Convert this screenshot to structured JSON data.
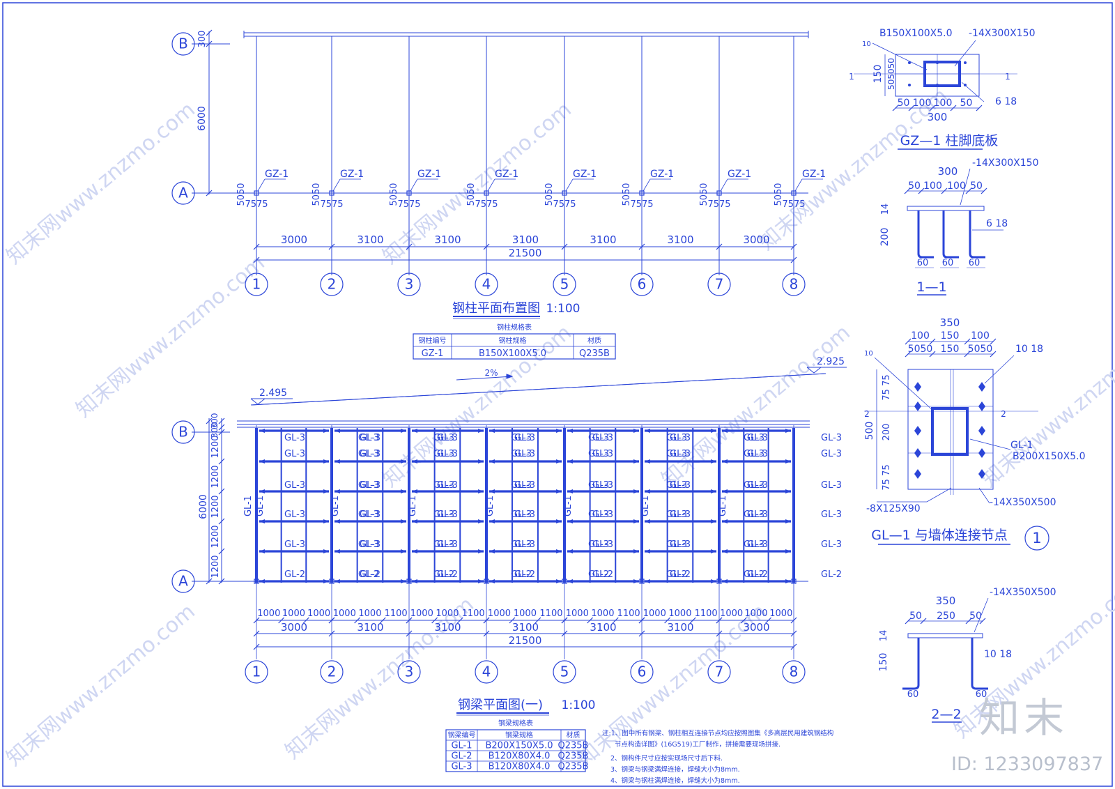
{
  "colors": {
    "line": "#2b45d8",
    "heavy": "#2b45d8",
    "paper": "#ffffff",
    "watermark": "#c9d1f0",
    "id_text": "#b8bfcc"
  },
  "axes": {
    "columns": [
      "1",
      "2",
      "3",
      "4",
      "5",
      "6",
      "7",
      "8"
    ],
    "rows": [
      "A",
      "B"
    ]
  },
  "plan1": {
    "title": "钢柱平面布置图",
    "scale": "1:100",
    "row_dims": [
      "300",
      "6000"
    ],
    "column_tag": "GZ-1",
    "bolt_dim_v": "5050",
    "bolt_dim_h": "7575",
    "spans": [
      "3000",
      "3100",
      "3100",
      "3100",
      "3100",
      "3100",
      "3000"
    ],
    "total": "21500",
    "table": {
      "caption": "钢柱规格表",
      "headers": [
        "钢柱编号",
        "钢柱规格",
        "材质"
      ],
      "rows": [
        [
          "GZ-1",
          "B150X100X5.0",
          "Q235B"
        ]
      ]
    }
  },
  "plan2": {
    "title": "钢梁平面图(一)",
    "scale": "1:100",
    "elev_left": "2.495",
    "elev_right": "2.925",
    "slope": "2%",
    "row_dims": [
      "300",
      "300",
      "1200",
      "1200",
      "1200",
      "1200",
      "1200",
      "6000"
    ],
    "beam_tag_main": "GL-1",
    "beam_tag_edge": "GL-2",
    "beam_tag_mid": "GL-3",
    "sub_spans": [
      "1000",
      "1000",
      "1000",
      "1000",
      "1000",
      "1100",
      "1000",
      "1000",
      "1100",
      "1000",
      "1000",
      "1100",
      "1000",
      "1000",
      "1100",
      "1000",
      "1000",
      "1100",
      "1000",
      "1000",
      "1000"
    ],
    "spans": [
      "3000",
      "3100",
      "3100",
      "3100",
      "3100",
      "3100",
      "3000"
    ],
    "total": "21500",
    "table": {
      "caption": "钢梁规格表",
      "headers": [
        "钢梁编号",
        "钢梁规格",
        "材质"
      ],
      "rows": [
        [
          "GL-1",
          "B200X150X5.0",
          "Q235B"
        ],
        [
          "GL-2",
          "B120X80X4.0",
          "Q235B"
        ],
        [
          "GL-3",
          "B120X80X4.0",
          "Q235B"
        ]
      ]
    },
    "notes": [
      "注:1、图中所有钢梁、钢柱相互连接节点均应按照图集《多高层民用建筑钢结构",
      "节点构造详图》(16G519)工厂制作，拼接需要现场拼接.",
      "2、钢构件尺寸应按实现场尺寸后下料.",
      "3、钢梁与钢梁满焊连接，焊缝大小为8mm.",
      "4、钢梁与钢柱满焊连接，焊缝大小为8mm."
    ]
  },
  "detail_gz1": {
    "title": "GZ—1 柱脚底板",
    "column": "B150X100X5.0",
    "plate": "-14X300X150",
    "weld": "10",
    "bolts": "6 18",
    "dims_h": [
      "50",
      "100",
      "100",
      "50"
    ],
    "dim_total": "300",
    "dim_v": "150",
    "dims_v_small": "505050",
    "cut_mark": "1"
  },
  "detail_11": {
    "title": "1—1",
    "plate": "-14X300X150",
    "dim_total": "300",
    "dims_h": [
      "50",
      "100",
      "100",
      "50"
    ],
    "thickness": "14",
    "depth": "200",
    "bolts": "6 18",
    "hooks": [
      "60",
      "60",
      "60"
    ]
  },
  "detail_node1": {
    "title": "GL—1 与墙体连接节点",
    "index": "1",
    "dim_total": "350",
    "dims_top": [
      "100",
      "150",
      "100"
    ],
    "dims_sub": [
      "5050",
      "150",
      "5050"
    ],
    "bolts": "10 18",
    "weld": "10",
    "dim_v": "500",
    "dims_v": [
      "75 75",
      "200",
      "75 75"
    ],
    "beam_tag": "GL-1",
    "beam_spec": "B200X150X5.0",
    "plate": "-14X350X500",
    "stiffener": "-8X125X90",
    "cut_mark": "2"
  },
  "detail_22": {
    "title": "2—2",
    "plate": "-14X350X500",
    "dim_total": "350",
    "dims_h": [
      "50",
      "250",
      "50"
    ],
    "thickness": "14",
    "depth": "150",
    "bolts": "10 18",
    "hooks": [
      "60",
      "60"
    ]
  },
  "watermark": {
    "text": "知末网www.znzmo.com",
    "logo": "知末",
    "id": "ID: 1233097837"
  }
}
